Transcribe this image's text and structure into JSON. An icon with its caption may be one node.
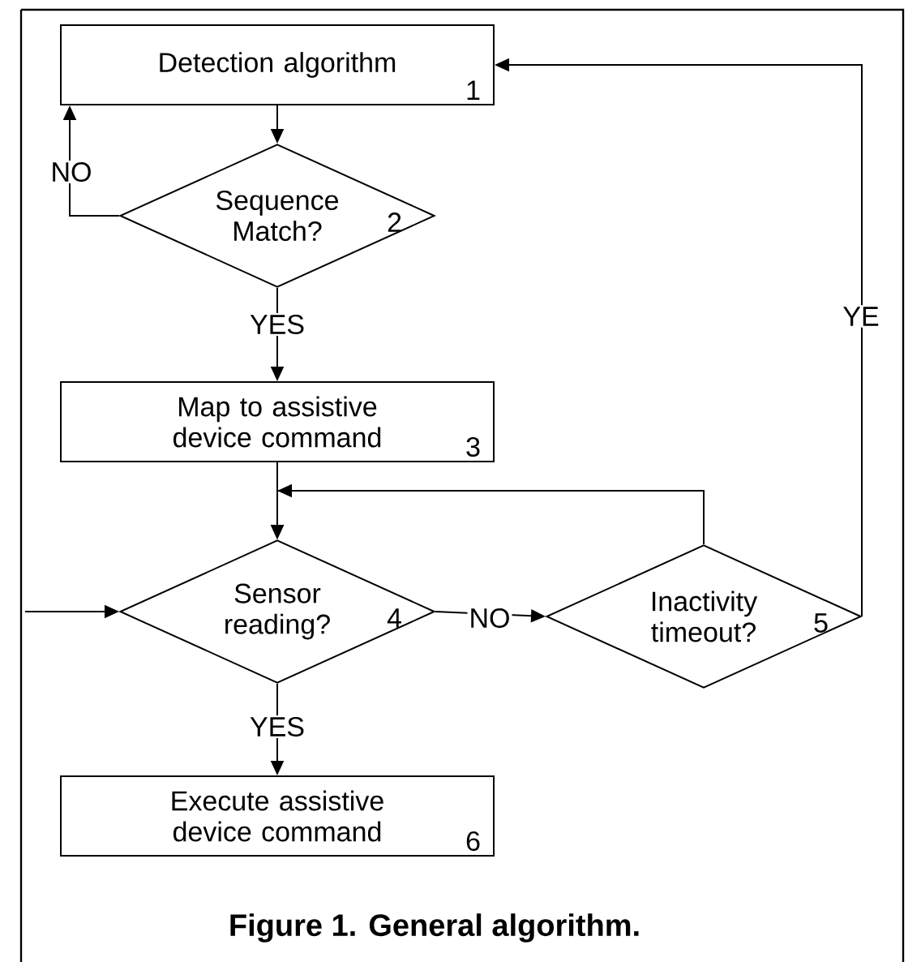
{
  "diagram": {
    "caption": "Figure 1. General algorithm.",
    "nodes": [
      {
        "text": [
          "Detection algorithm",
          "1"
        ]
      },
      {
        "text": [
          "Sequence Match?",
          "2"
        ]
      },
      {
        "text": [
          "Map to assistive device command",
          "3"
        ]
      },
      {
        "text": [
          "Sensor reading?",
          "4"
        ]
      },
      {
        "text": [
          "Inactivity timeout?",
          "5"
        ]
      },
      {
        "text": [
          "Execute assistive device command",
          "6"
        ]
      }
    ],
    "edges": [
      {
        "from": 0,
        "to": 1,
        "arrow": "to"
      },
      {
        "from": 1,
        "to": 0,
        "arrow": "to",
        "label": "NO"
      },
      {
        "from": 1,
        "to": 2,
        "arrow": "to",
        "label": "YES"
      },
      {
        "from": 2,
        "to": 3,
        "arrow": "to"
      },
      {
        "from": 4,
        "to": 3,
        "arrow": "to"
      },
      {
        "from": 3,
        "to": 4,
        "arrow": "to",
        "label": "NO"
      },
      {
        "from": 4,
        "to": 0,
        "arrow": "to",
        "label": "YE"
      },
      {
        "from": null,
        "to": 3,
        "arrow": "to"
      },
      {
        "from": 3,
        "to": 5,
        "arrow": "to",
        "label": "YES"
      }
    ]
  }
}
